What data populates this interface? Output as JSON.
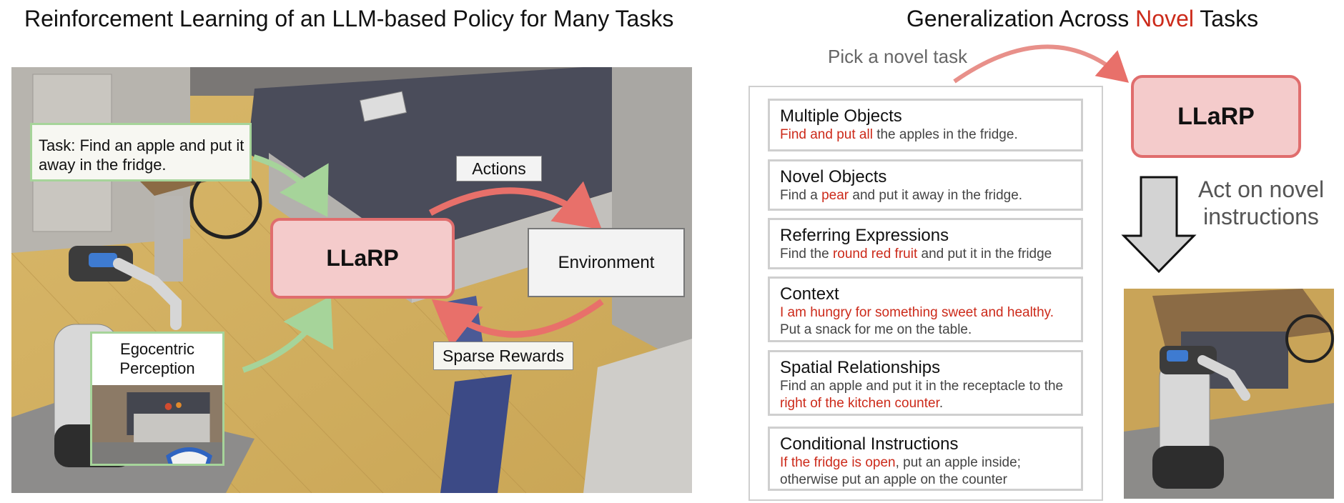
{
  "left": {
    "title": "Reinforcement Learning of an LLM-based Policy for Many Tasks",
    "task_text": "Task: Find an apple and put it away in the fridge.",
    "llarp_label": "LLaRP",
    "environment_label": "Environment",
    "actions_label": "Actions",
    "sparse_rewards_label": "Sparse Rewards",
    "egocentric_label": "Egocentric Perception"
  },
  "right": {
    "title_prefix": "Generalization Across ",
    "title_highlight": "Novel",
    "title_suffix": " Tasks",
    "pick_label": "Pick a novel task",
    "llarp_label": "LLaRP",
    "act_label": "Act on novel instructions",
    "cards": [
      {
        "title": "Multiple Objects",
        "segments": [
          {
            "text": "Find and put all",
            "red": true
          },
          {
            "text": " the apples in the fridge.",
            "red": false
          }
        ]
      },
      {
        "title": "Novel Objects",
        "segments": [
          {
            "text": "Find a ",
            "red": false
          },
          {
            "text": "pear",
            "red": true
          },
          {
            "text": " and put it away in the fridge.",
            "red": false
          }
        ]
      },
      {
        "title": "Referring Expressions",
        "segments": [
          {
            "text": "Find the ",
            "red": false
          },
          {
            "text": "round red fruit",
            "red": true
          },
          {
            "text": " and put it in the fridge",
            "red": false
          }
        ]
      },
      {
        "title": "Context",
        "segments": [
          {
            "text": "I am hungry for something sweet and healthy.",
            "red": true
          },
          {
            "text": " Put a snack for me on the table.",
            "red": false
          }
        ]
      },
      {
        "title": "Spatial Relationships",
        "segments": [
          {
            "text": "Find an apple and put it in the receptacle to the ",
            "red": false
          },
          {
            "text": "right of the kitchen counter",
            "red": true
          },
          {
            "text": ".",
            "red": false
          }
        ]
      },
      {
        "title": "Conditional Instructions",
        "segments": [
          {
            "text": "If the fridge is open",
            "red": true
          },
          {
            "text": ", put an apple inside; otherwise put an apple on the counter",
            "red": false
          }
        ]
      }
    ]
  },
  "colors": {
    "accent_red": "#cc2a1a",
    "arrow_red": "#e8706a",
    "arrow_green": "#a6d49a",
    "llarp_fill": "#f4cbcb"
  }
}
